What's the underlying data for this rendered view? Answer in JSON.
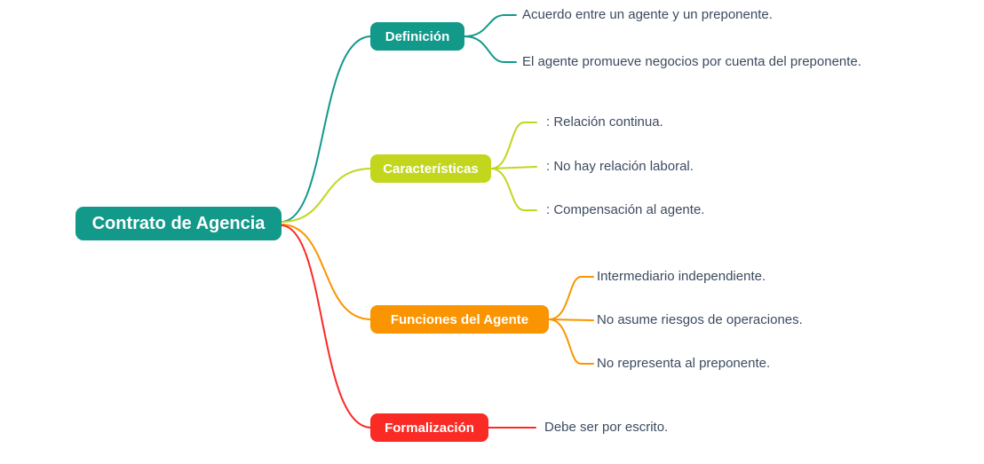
{
  "colors": {
    "teal": "#12998A",
    "lime": "#C2D61E",
    "orange": "#FB9401",
    "red": "#FA2B25",
    "leaf_text": "#3C4B60",
    "node_text": "#FFFFFF",
    "background": "#FFFFFF"
  },
  "root": {
    "label": "Contrato de Agencia",
    "color": "#12998A"
  },
  "branches": [
    {
      "label": "Definición",
      "color": "#12998A",
      "leaves": [
        "Acuerdo entre un agente y un preponente.",
        "El agente promueve negocios por cuenta del preponente."
      ]
    },
    {
      "label": "Características",
      "color": "#C2D61E",
      "leaves": [
        ": Relación continua.",
        ": No hay relación laboral.",
        ": Compensación al agente."
      ]
    },
    {
      "label": "Funciones del Agente",
      "color": "#FB9401",
      "leaves": [
        "Intermediario independiente.",
        "No asume riesgos de operaciones.",
        "No representa al preponente."
      ]
    },
    {
      "label": "Formalización",
      "color": "#FA2B25",
      "leaves": [
        "Debe ser por escrito."
      ]
    }
  ]
}
